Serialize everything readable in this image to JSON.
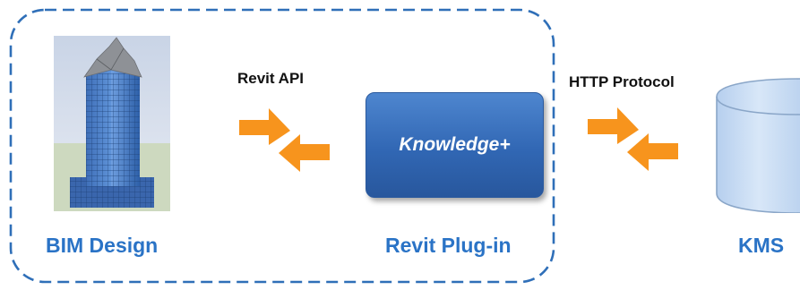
{
  "diagram": {
    "left_group": {
      "building_caption": "BIM Design",
      "api_label": "Revit API",
      "plugin_box_text": "Knowledge+",
      "plugin_caption": "Revit Plug-in"
    },
    "right_group": {
      "protocol_label": "HTTP Protocol",
      "store_caption": "KMS"
    },
    "colors": {
      "caption_blue": "#2a73c6",
      "arrow_orange": "#f7941d",
      "box_blue": "#3a6fba",
      "cylinder_fill": "#c7dcf3",
      "dash_border": "#2f6fb8"
    }
  }
}
